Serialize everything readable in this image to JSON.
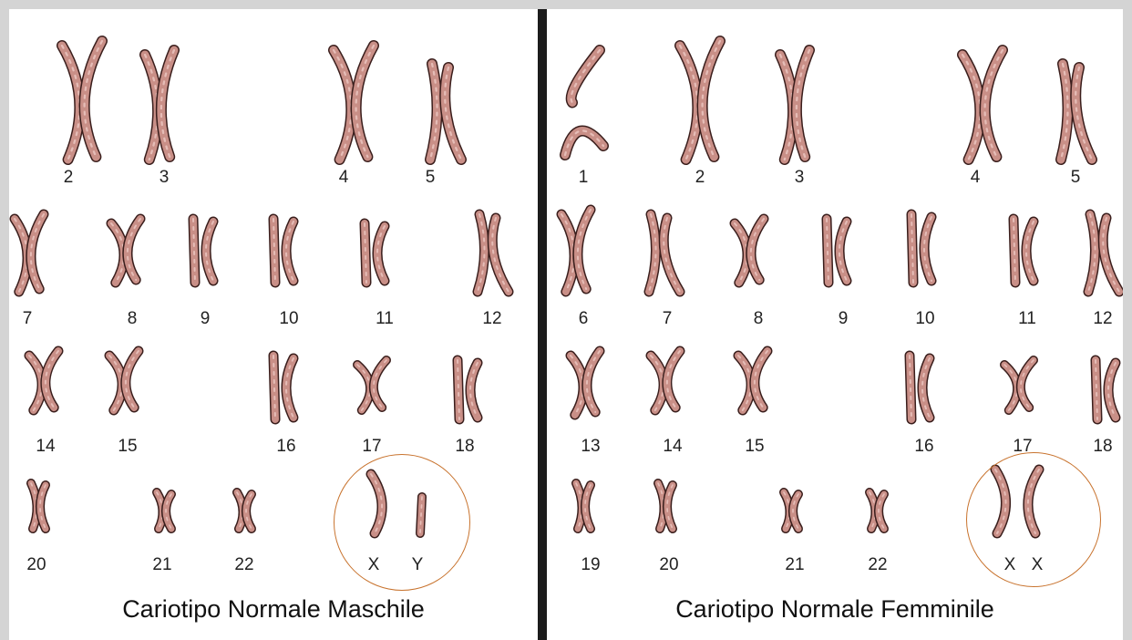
{
  "colors": {
    "chromosome": "#c98f87",
    "chromosome_dark": "#3a1e1c",
    "circle": "#c8732e",
    "divider": "#1c1c1c"
  },
  "panels": [
    {
      "id": "male",
      "caption": "Cariotipo Normale Maschile",
      "circled": [
        "X",
        "Y"
      ],
      "labels": [
        "2",
        "3",
        "4",
        "5",
        "7",
        "8",
        "9",
        "10",
        "11",
        "12",
        "14",
        "15",
        "16",
        "17",
        "18",
        "20",
        "21",
        "22",
        "X",
        "Y"
      ]
    },
    {
      "id": "female",
      "caption": "Cariotipo Normale Femminile",
      "circled": [
        "X",
        "X"
      ],
      "labels": [
        "1",
        "2",
        "3",
        "4",
        "5",
        "6",
        "7",
        "8",
        "9",
        "10",
        "11",
        "12",
        "13",
        "14",
        "15",
        "16",
        "17",
        "18",
        "19",
        "20",
        "21",
        "22",
        "X",
        "X"
      ]
    }
  ]
}
